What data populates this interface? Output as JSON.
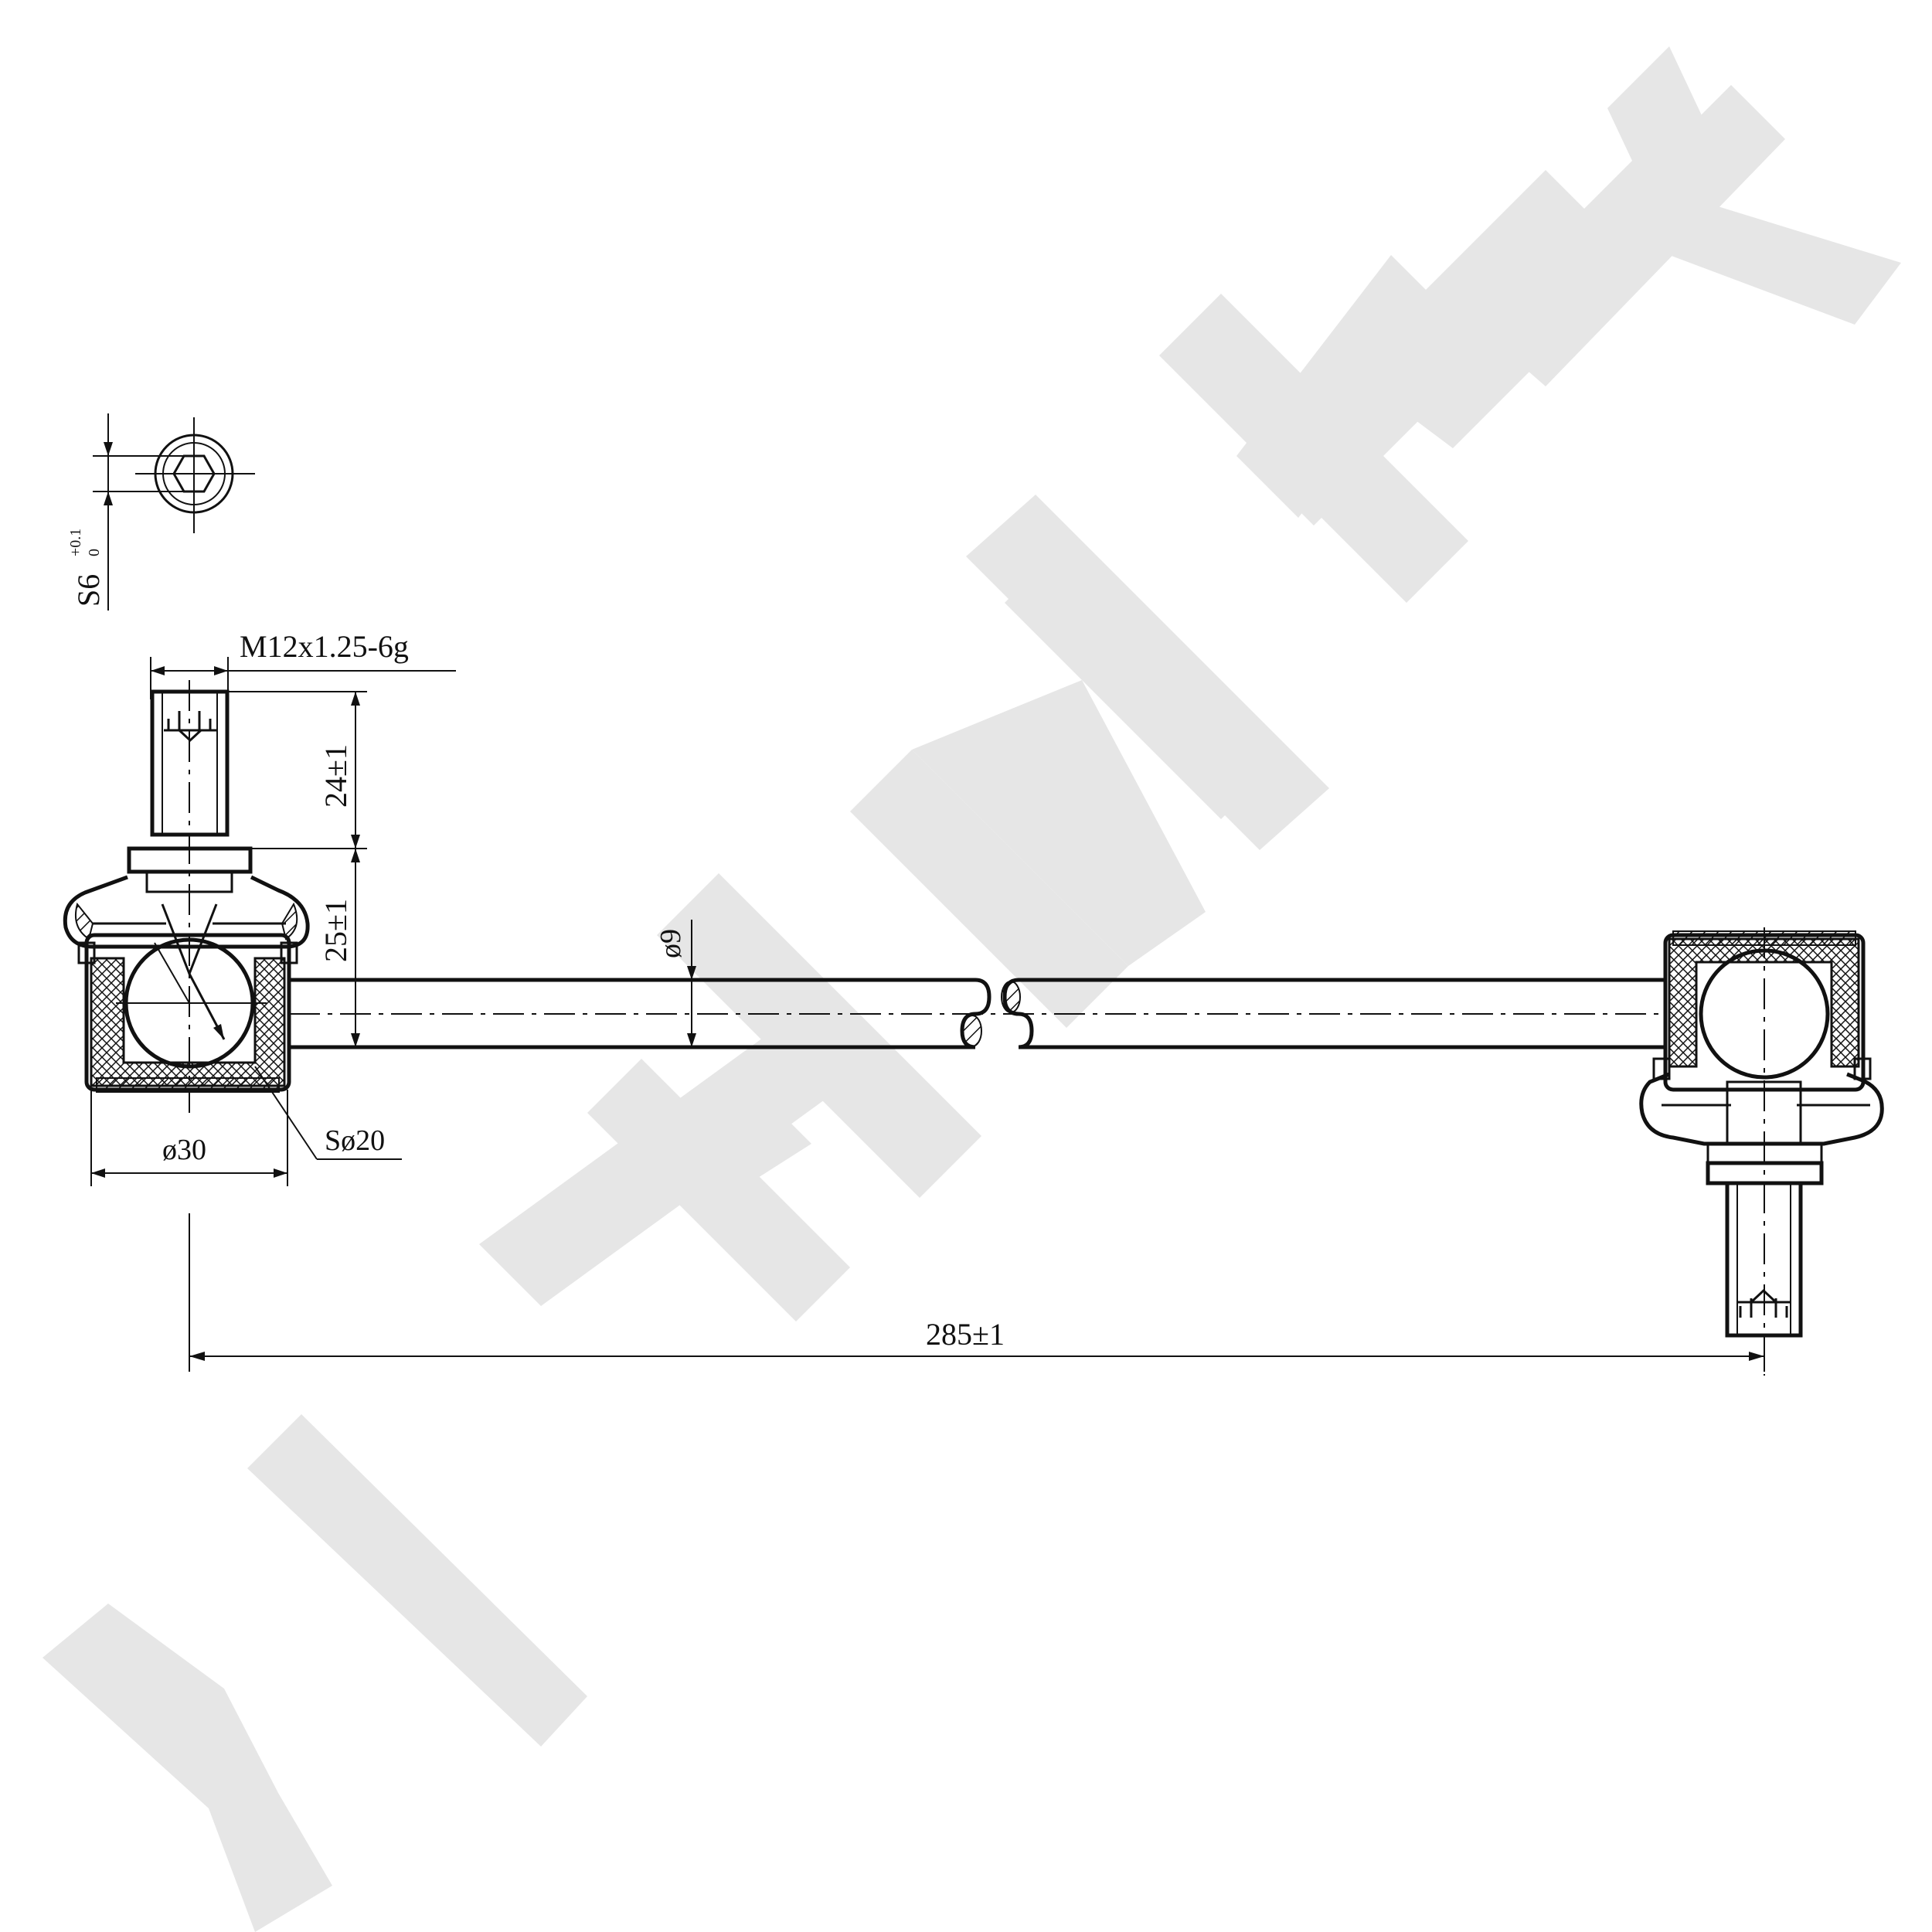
{
  "watermark": {
    "text": "ZENNEK",
    "color": "#e6e6e6"
  },
  "drawing": {
    "hex_socket_label": "S6",
    "hex_socket_tol_upper": "+0.1",
    "hex_socket_tol_lower": "0",
    "thread_label": "M12x1.25-6g",
    "stud_length_label": "24±1",
    "neck_height_label": "25±1",
    "rod_diameter_label": "ø9",
    "housing_diameter_label": "ø30",
    "ball_diameter_label": "Sø20",
    "overall_length_label": "285±1"
  },
  "colors": {
    "line": "#111111",
    "background": "#ffffff"
  }
}
